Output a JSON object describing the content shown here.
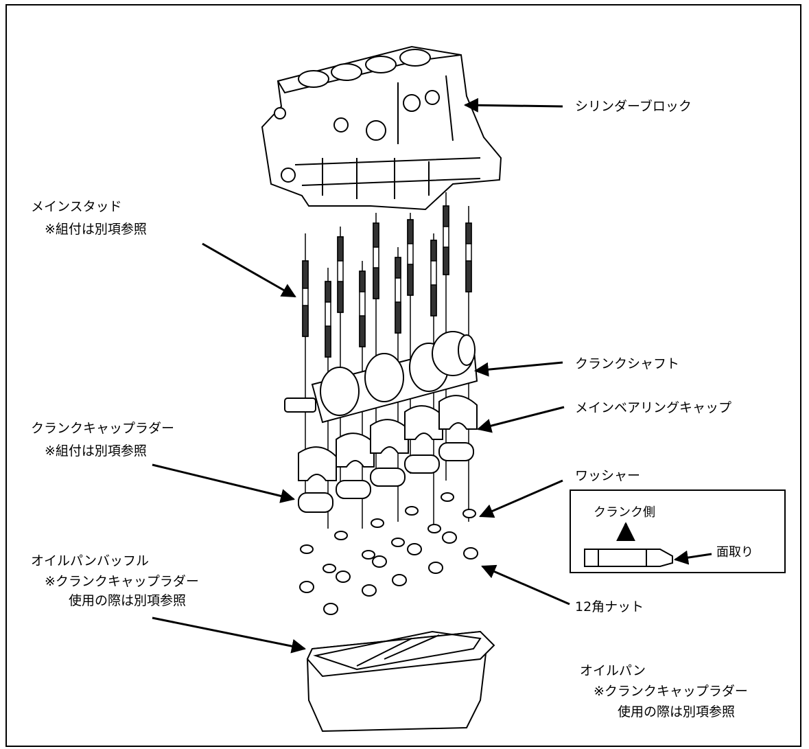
{
  "labels": {
    "cylinder_block": "シリンダーブロック",
    "main_stud": "メインスタッド",
    "main_stud_note": "※組付は別項参照",
    "crankshaft": "クランクシャフト",
    "main_bearing_cap": "メインベアリングキャップ",
    "crank_cap_ladder": "クランクキャップラダー",
    "crank_cap_ladder_note": "※組付は別項参照",
    "washer": "ワッシャー",
    "oil_pan_baffle": "オイルパンバッフル",
    "oil_pan_baffle_note1": "※クランクキャップラダー",
    "oil_pan_baffle_note2": "使用の際は別項参照",
    "nut_12pt": "12角ナット",
    "oil_pan": "オイルパン",
    "oil_pan_note1": "※クランクキャップラダー",
    "oil_pan_note2": "使用の際は別項参照"
  },
  "inset": {
    "crank_side": "クランク側",
    "chamfer": "面取り"
  }
}
